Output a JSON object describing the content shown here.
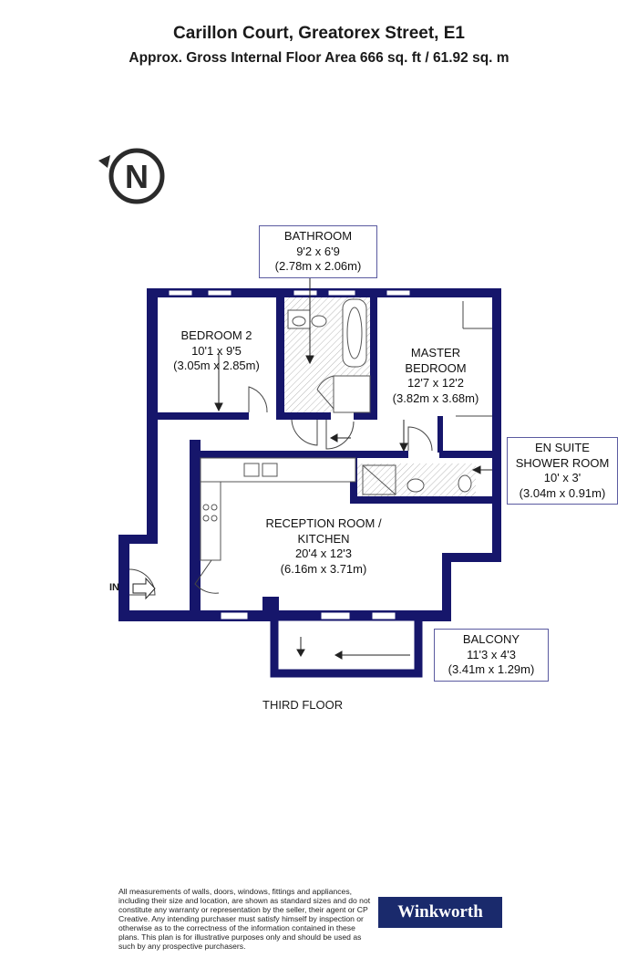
{
  "header": {
    "title": "Carillon Court, Greatorex Street, E1",
    "subtitle": "Approx. Gross Internal Floor Area 666 sq. ft / 61.92 sq. m"
  },
  "compass": {
    "letter": "N"
  },
  "rooms": {
    "bathroom": {
      "name": "BATHROOM",
      "imperial": "9'2 x 6'9",
      "metric": "(2.78m x 2.06m)"
    },
    "bedroom2": {
      "name": "BEDROOM 2",
      "imperial": "10'1 x 9'5",
      "metric": "(3.05m x 2.85m)"
    },
    "master": {
      "name1": "MASTER",
      "name2": "BEDROOM",
      "imperial": "12'7 x 12'2",
      "metric": "(3.82m x 3.68m)"
    },
    "ensuite": {
      "name1": "EN SUITE",
      "name2": "SHOWER ROOM",
      "imperial": "10' x 3'",
      "metric": "(3.04m x 0.91m)"
    },
    "reception": {
      "name1": "RECEPTION ROOM /",
      "name2": "KITCHEN",
      "imperial": "20'4 x 12'3",
      "metric": "(6.16m x 3.71m)"
    },
    "balcony": {
      "name": "BALCONY",
      "imperial": "11'3 x 4'3",
      "metric": "(3.41m x 1.29m)"
    }
  },
  "entrance_label": "IN",
  "floor_label": "THIRD FLOOR",
  "disclaimer": "All measurements of walls, doors, windows, fittings and appliances, including their size and location, are shown as standard sizes and do not constitute any warranty or representation by the seller, their agent or CP Creative. Any intending purchaser must satisfy himself by inspection or otherwise as to the correctness of the information contained in these plans. This plan is for illustrative purposes only and should be used as such by any prospective purchasers.",
  "brand": "Winkworth",
  "colors": {
    "wall": "#16166b",
    "text": "#1a1a1a",
    "brand_bg": "#1a2a6c"
  }
}
